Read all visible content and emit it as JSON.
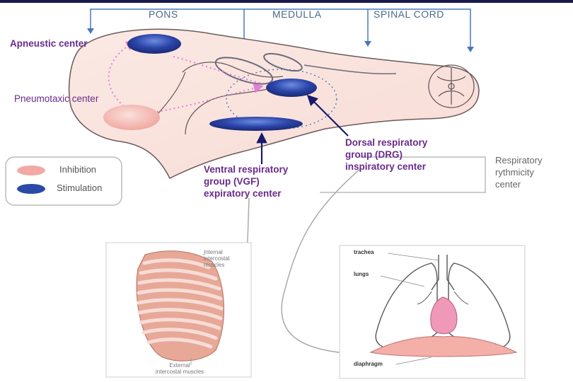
{
  "regions": {
    "pons": "PONS",
    "medulla": "MEDULLA",
    "spinal_cord": "SPINAL CORD"
  },
  "centers": {
    "apneustic": "Apneustic center",
    "pneumotaxic": "Pneumotaxic center",
    "dorsal": [
      "Dorsal respiratory",
      "group (DRG)",
      "inspiratory center"
    ],
    "ventral": [
      "Ventral respiratory",
      "group (VGF)",
      "expiratory center"
    ],
    "rhythmicity": [
      "Respiratory",
      "rythmicity",
      "center"
    ]
  },
  "legend": {
    "inhibition": "Inhibition",
    "stimulation": "Stimulation"
  },
  "ribcage": {
    "internal": [
      "Internal",
      "intercostal",
      "muscles"
    ],
    "external": [
      "External",
      "intercostal muscles"
    ]
  },
  "lungs": {
    "trachea": "trachea",
    "lungs": "lungs",
    "diaphragm": "diaphragm"
  },
  "colors": {
    "stimulation": "#2a4aa8",
    "inhibition": "#f2a9a4",
    "label_purple": "#6a2a8a"
  }
}
